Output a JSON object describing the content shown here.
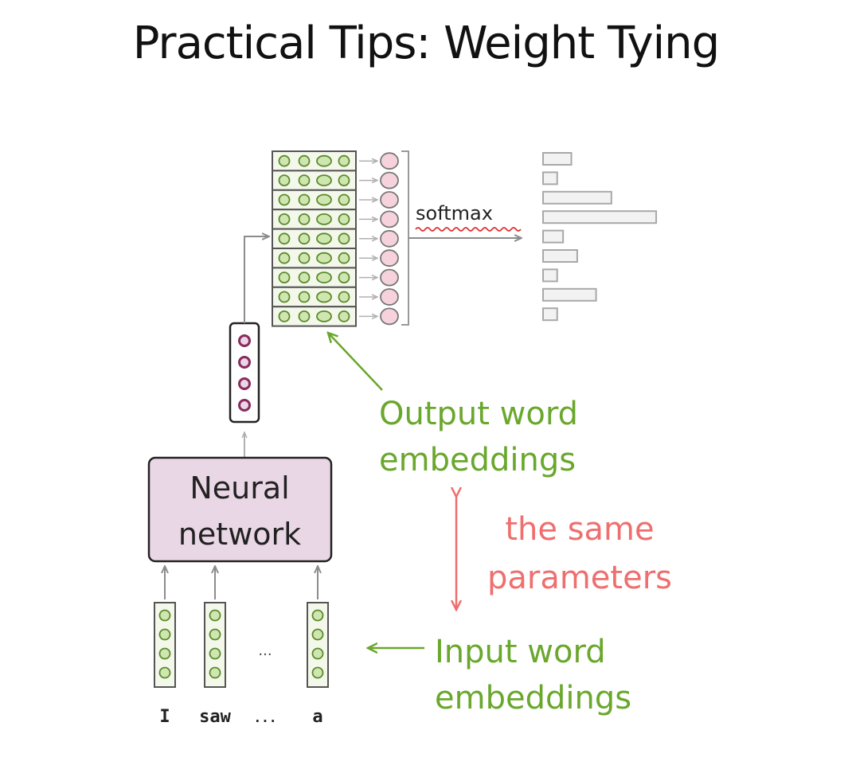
{
  "title": "Practical Tips:  Weight Tying",
  "labels": {
    "softmax": "softmax",
    "network_line1": "Neural",
    "network_line2": "network",
    "output_line1": "Output word",
    "output_line2": "embeddings",
    "same_line1": "the same",
    "same_line2": "parameters",
    "input_line1": "Input word",
    "input_line2": "embeddings",
    "ellipsis": "..."
  },
  "input_tokens": [
    "I",
    "saw",
    "...",
    "a"
  ],
  "softmax_bars": [
    0.24,
    0.12,
    0.58,
    0.96,
    0.17,
    0.29,
    0.12,
    0.45,
    0.12
  ],
  "colors": {
    "green": "#6aa72d",
    "red": "#ef6e6e",
    "cell_fill": "#cfe6b0",
    "cell_stroke": "#5b8a2c",
    "pink_fill": "#f6d3dc",
    "network_fill": "#ead7e6",
    "hidden_dot": "#8a2a5e",
    "gray": "#8c8c8c"
  }
}
